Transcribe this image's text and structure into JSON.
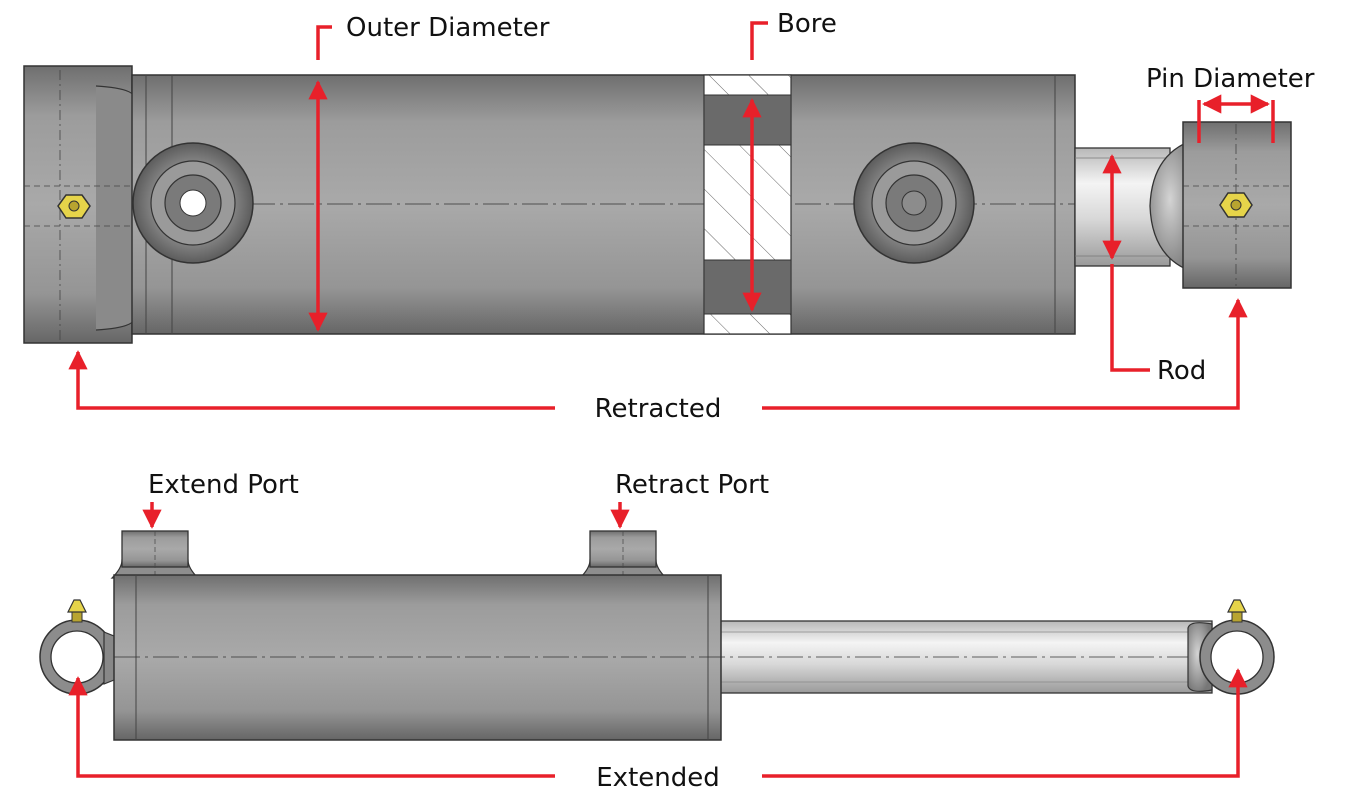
{
  "labels": {
    "outer_diameter": "Outer Diameter",
    "bore": "Bore",
    "pin_diameter": "Pin Diameter",
    "rod": "Rod",
    "retracted": "Retracted",
    "extend_port": "Extend Port",
    "retract_port": "Retract Port",
    "extended": "Extended"
  },
  "colors": {
    "annotation": "#e8202a",
    "steel_dark": "#6e6e6e",
    "steel_mid": "#9a9a9a",
    "steel_light": "#c4c4c4",
    "rod_light": "#ececec",
    "fitting": "#e6d44a"
  }
}
